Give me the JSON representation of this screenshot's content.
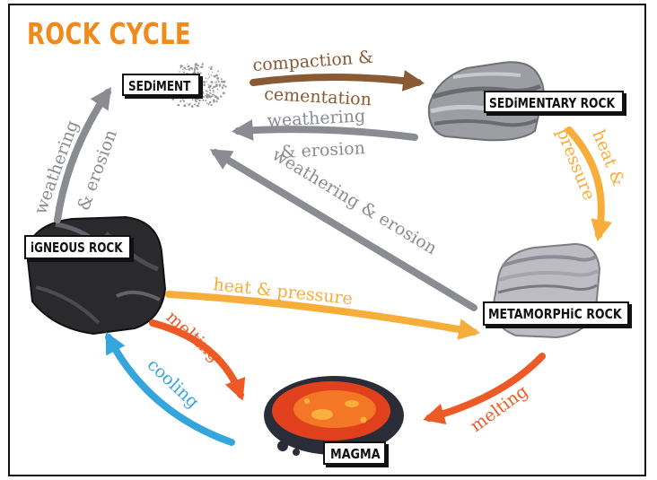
{
  "title": "ROCK CYCLE",
  "nodes": {
    "sediment": "SEDiMENT",
    "sedimentary": "SEDiMENTARY ROCK",
    "igneous": "iGNEOUS ROCK",
    "metamorphic": "METAMORPHiC ROCK",
    "magma": "MAGMA"
  },
  "processes": {
    "compaction_line1": "compaction &",
    "compaction_line2": "cementation",
    "weathering_sed_line1": "weathering",
    "weathering_sed_line2": "& erosion",
    "weathering_ign_line1": "weathering",
    "weathering_ign_line2": "& erosion",
    "weathering_meta": "weathering & erosion",
    "heat_pressure_sed_line1": "heat &",
    "heat_pressure_sed_line2": "pressure",
    "heat_pressure_ign": "heat & pressure",
    "melting_ign": "melting",
    "melting_meta": "melting",
    "cooling": "cooling"
  },
  "colors": {
    "title": "#f08a1c",
    "brown_arrow": "#8a5a34",
    "gray_arrow": "#8a8c92",
    "orange_arrow": "#f7ad3a",
    "red_arrow": "#ee5a25",
    "blue_arrow": "#35a6dd"
  }
}
